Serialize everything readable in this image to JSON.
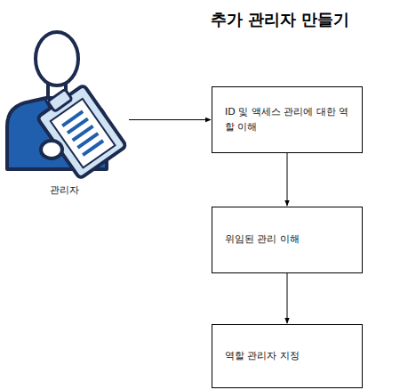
{
  "diagram": {
    "title": "추가 관리자 만들기",
    "nodes": [
      {
        "text": [
          "관리자"
        ]
      },
      {
        "text": [
          "ID 및 액세스 관리에 대한 역할 이해"
        ]
      },
      {
        "text": [
          "위임된 관리 이해"
        ]
      },
      {
        "text": [
          "역할 관리자 지정"
        ]
      }
    ],
    "edges": [
      {
        "from": 0,
        "to": 1,
        "arrow": "to"
      },
      {
        "from": 1,
        "to": 2,
        "arrow": "to"
      },
      {
        "from": 2,
        "to": 3,
        "arrow": "to"
      }
    ]
  }
}
